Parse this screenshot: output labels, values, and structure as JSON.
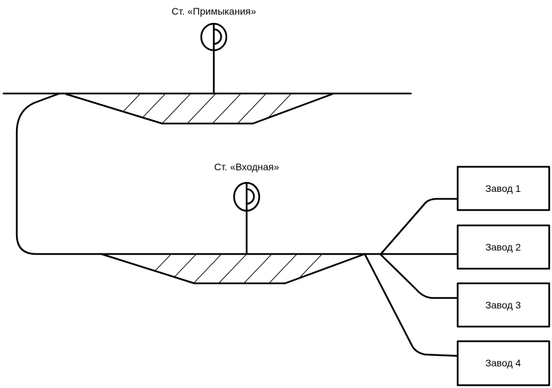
{
  "stations": {
    "top": {
      "label": "Ст. «Примыкания»"
    },
    "middle": {
      "label": "Ст. «Входная»"
    }
  },
  "plants": [
    {
      "label": "Завод 1"
    },
    {
      "label": "Завод 2"
    },
    {
      "label": "Завод 3"
    },
    {
      "label": "Завод 4"
    }
  ],
  "colors": {
    "line": "#000000",
    "background": "#ffffff"
  }
}
